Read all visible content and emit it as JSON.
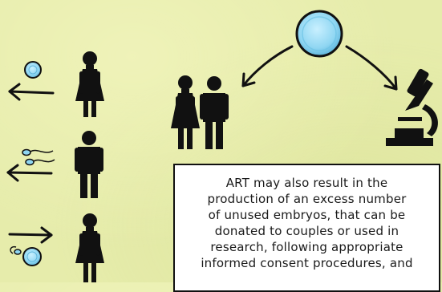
{
  "caption": {
    "lines": [
      "ART may also result in the",
      "production of an excess number",
      "of unused embryos, that can be",
      "donated to couples or used in",
      "research, following appropriate",
      "informed consent procedures, and"
    ]
  },
  "colors": {
    "background": "#e6ecab",
    "embryo_fill": "#8fd6f2",
    "figure_ink": "#111111",
    "box_fill": "#ffffff"
  },
  "icons": [
    "egg-cell-icon",
    "arrow-left-icon",
    "woman-icon",
    "sperm-icon",
    "man-icon",
    "arrow-right-icon",
    "embryo-icon",
    "couple-icon",
    "microscope-icon"
  ]
}
